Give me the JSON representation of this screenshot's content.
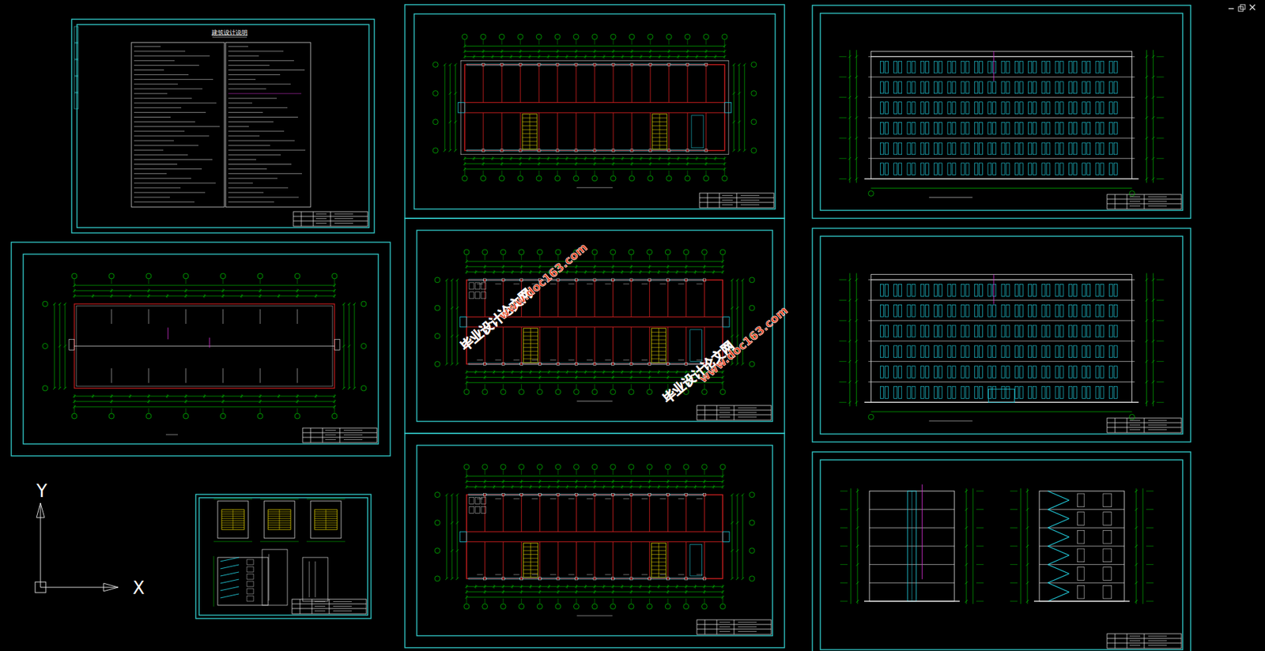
{
  "diagram": {
    "labels": [
      "建筑设计说明",
      "毕业设计论文网",
      "www.doc163.com",
      "毕业设计论文网",
      "www.doc163.com",
      "Y",
      "X"
    ]
  }
}
